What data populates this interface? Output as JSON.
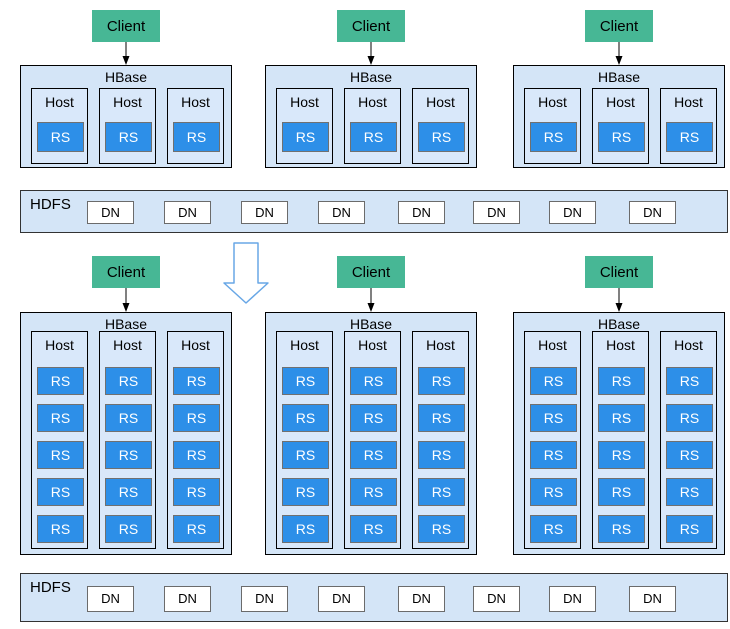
{
  "colors": {
    "client_bg": "#47b795",
    "cluster_bg": "#d4e5f7",
    "host_bg": "#d9e8fa",
    "rs_bg": "#2d8fe8",
    "rs_border": "#707070",
    "rs_text": "#ffffff",
    "hdfs_bg": "#d4e5f7",
    "hdfs_border": "#333333",
    "dn_bg": "#ffffff",
    "dn_border": "#6b6b6b",
    "box_border": "#000000",
    "connector": "#000000",
    "big_arrow_stroke": "#68a7e6",
    "big_arrow_fill": "#ffffff",
    "text": "#000000"
  },
  "sections": [
    {
      "clusters": [
        {
          "client": "Client",
          "platform": "HBase",
          "hosts": [
            {
              "label": "Host",
              "region_servers": [
                "RS"
              ]
            },
            {
              "label": "Host",
              "region_servers": [
                "RS"
              ]
            },
            {
              "label": "Host",
              "region_servers": [
                "RS"
              ]
            }
          ]
        },
        {
          "client": "Client",
          "platform": "HBase",
          "hosts": [
            {
              "label": "Host",
              "region_servers": [
                "RS"
              ]
            },
            {
              "label": "Host",
              "region_servers": [
                "RS"
              ]
            },
            {
              "label": "Host",
              "region_servers": [
                "RS"
              ]
            }
          ]
        },
        {
          "client": "Client",
          "platform": "HBase",
          "hosts": [
            {
              "label": "Host",
              "region_servers": [
                "RS"
              ]
            },
            {
              "label": "Host",
              "region_servers": [
                "RS"
              ]
            },
            {
              "label": "Host",
              "region_servers": [
                "RS"
              ]
            }
          ]
        }
      ],
      "hdfs": {
        "label": "HDFS",
        "datanodes": [
          "DN",
          "DN",
          "DN",
          "DN",
          "DN",
          "DN",
          "DN",
          "DN"
        ]
      }
    },
    {
      "clusters": [
        {
          "client": "Client",
          "platform": "HBase",
          "hosts": [
            {
              "label": "Host",
              "region_servers": [
                "RS",
                "RS",
                "RS",
                "RS",
                "RS"
              ]
            },
            {
              "label": "Host",
              "region_servers": [
                "RS",
                "RS",
                "RS",
                "RS",
                "RS"
              ]
            },
            {
              "label": "Host",
              "region_servers": [
                "RS",
                "RS",
                "RS",
                "RS",
                "RS"
              ]
            }
          ]
        },
        {
          "client": "Client",
          "platform": "HBase",
          "hosts": [
            {
              "label": "Host",
              "region_servers": [
                "RS",
                "RS",
                "RS",
                "RS",
                "RS"
              ]
            },
            {
              "label": "Host",
              "region_servers": [
                "RS",
                "RS",
                "RS",
                "RS",
                "RS"
              ]
            },
            {
              "label": "Host",
              "region_servers": [
                "RS",
                "RS",
                "RS",
                "RS",
                "RS"
              ]
            }
          ]
        },
        {
          "client": "Client",
          "platform": "HBase",
          "hosts": [
            {
              "label": "Host",
              "region_servers": [
                "RS",
                "RS",
                "RS",
                "RS",
                "RS"
              ]
            },
            {
              "label": "Host",
              "region_servers": [
                "RS",
                "RS",
                "RS",
                "RS",
                "RS"
              ]
            },
            {
              "label": "Host",
              "region_servers": [
                "RS",
                "RS",
                "RS",
                "RS",
                "RS"
              ]
            }
          ]
        }
      ],
      "hdfs": {
        "label": "HDFS",
        "datanodes": [
          "DN",
          "DN",
          "DN",
          "DN",
          "DN",
          "DN",
          "DN",
          "DN"
        ]
      }
    }
  ]
}
